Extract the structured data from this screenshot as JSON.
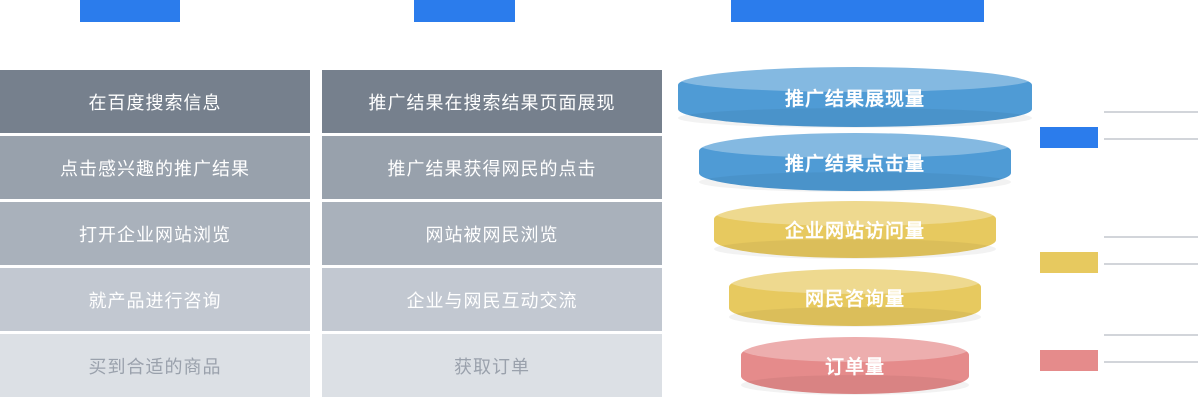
{
  "page": {
    "background": "#ffffff"
  },
  "header": {
    "bars": [
      {
        "name": "header-bar-1",
        "color": "#2b7cec"
      },
      {
        "name": "header-bar-2",
        "color": "#2b7cec"
      },
      {
        "name": "header-bar-3",
        "color": "#2b7cec"
      }
    ]
  },
  "left_column": {
    "rows": [
      "在百度搜索信息",
      "点击感兴趣的推广结果",
      "打开企业网站浏览",
      "就产品进行咨询",
      "买到合适的商品"
    ],
    "row_colors": [
      "#76808d",
      "#98a1ac",
      "#a9b1bb",
      "#c2c8d1",
      "#dce0e5"
    ]
  },
  "middle_column": {
    "rows": [
      "推广结果在搜索结果页面展现",
      "推广结果获得网民的点击",
      "网站被网民浏览",
      "企业与网民互动交流",
      "获取订单"
    ],
    "row_colors": [
      "#76808d",
      "#98a1ac",
      "#a9b1bb",
      "#c2c8d1",
      "#dce0e5"
    ]
  },
  "funnel": {
    "levels": [
      {
        "label": "推广结果展现量",
        "color": "#4f9bd5"
      },
      {
        "label": "推广结果点击量",
        "color": "#4f9bd5"
      },
      {
        "label": "企业网站访问量",
        "color": "#e7c95f"
      },
      {
        "label": "网民咨询量",
        "color": "#e7c95f"
      },
      {
        "label": "订单量",
        "color": "#e58b8b"
      }
    ]
  },
  "legend": {
    "items": [
      {
        "color": "#2b7cec"
      },
      {
        "color": "#e7c95f"
      },
      {
        "color": "#e58b8b"
      }
    ]
  }
}
